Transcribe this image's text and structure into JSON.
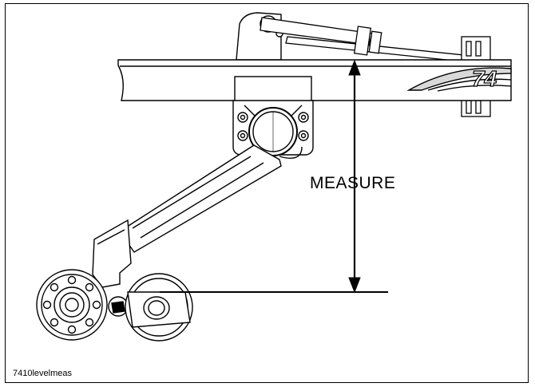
{
  "diagram": {
    "measure_label": "MEASURE",
    "caption": "7410levelmeas",
    "model_badge": "74"
  },
  "colors": {
    "line": "#000000",
    "background": "#ffffff",
    "shade": "#d9d9d9"
  }
}
